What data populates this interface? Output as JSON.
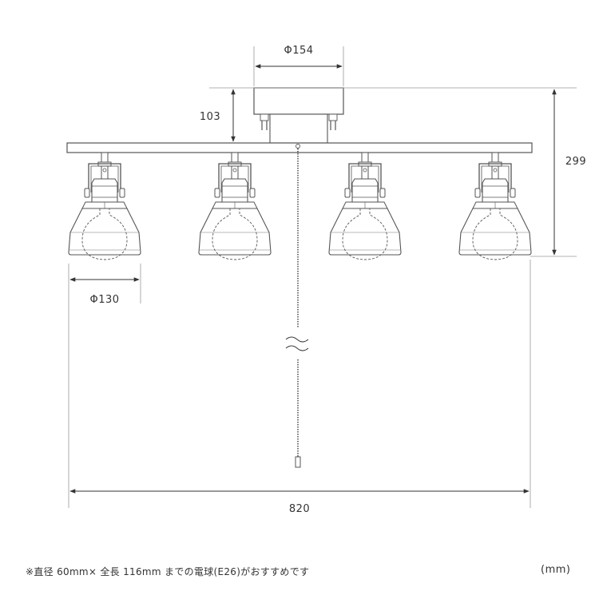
{
  "dimensions": {
    "base_diameter": "Φ154",
    "base_height": "103",
    "total_height": "299",
    "shade_diameter": "Φ130",
    "total_width": "820"
  },
  "footnote": "※直径 60mm× 全長 116mm までの電球(E26)がおすすめです",
  "unit": "(mm)",
  "colors": {
    "line": "#555555",
    "dim": "#333333"
  }
}
